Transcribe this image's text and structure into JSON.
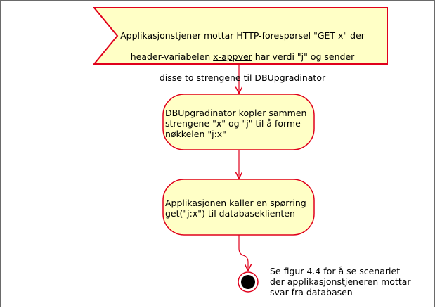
{
  "colors": {
    "node_fill": "#ffffc6",
    "node_stroke": "#e0001b",
    "arrow": "#e0001b",
    "end_fill": "#000000",
    "frame_border": "#6a6a6a"
  },
  "start_node": {
    "line1": "Applikasjonstjener mottar HTTP-forespørsel \"GET x\" der",
    "line2_pre": "header-variabelen ",
    "line2_var": "x-appver",
    "line2_post": " har verdi \"j\" og sender",
    "line3": "disse to strengene til DBUpgradinator"
  },
  "activities": [
    {
      "text": "DBUpgradinator kopler sammen\nstrengene \"x\" og \"j\" til å forme\nnøkkelen \"j:x\""
    },
    {
      "text": "Applikasjonen kaller en spørring\nget(\"j:x\") til databaseklienten"
    }
  ],
  "end_note": {
    "text": "Se figur 4.4 for å se scenariet\nder applikasjonstjeneren mottar\nsvar fra databasen"
  }
}
